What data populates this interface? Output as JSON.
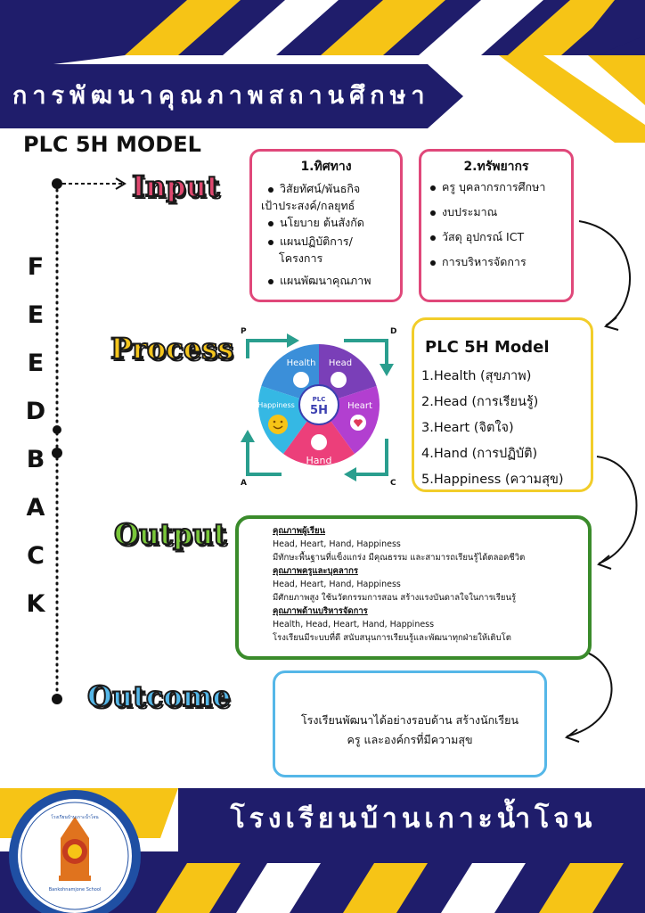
{
  "header": {
    "title": "การพัฒนาคุณภาพสถานศึกษา"
  },
  "model_title": "PLC 5H MODEL",
  "stages": {
    "input": "Input",
    "process": "Process",
    "output": "Output",
    "outcome": "Outcome"
  },
  "feedback_letters": [
    "F",
    "E",
    "E",
    "D",
    "B",
    "A",
    "C",
    "K"
  ],
  "direction": {
    "heading": "1.ทิศทาง",
    "items": [
      "วิสัยทัศน์/พันธกิจ",
      "เป้าประสงค์/กลยุทธ์",
      "นโยบาย ต้นสังกัด",
      "แผนปฏิบัติการ/",
      "โครงการ",
      "แผนพัฒนาคุณภาพ"
    ]
  },
  "resources": {
    "heading": "2.ทรัพยากร",
    "items": [
      "ครู บุคลากรการศึกษา",
      "งบประมาณ",
      "วัสดุ อุปกรณ์ ICT",
      "การบริหารจัดการ"
    ]
  },
  "cycle": {
    "corner_p": "P",
    "corner_d": "D",
    "corner_c": "C",
    "corner_a": "A",
    "center_line1": "PLC",
    "center_line2": "5H",
    "segments": [
      {
        "label": "Health",
        "color": "#3b8fd9"
      },
      {
        "label": "Head",
        "color": "#7a3fb8"
      },
      {
        "label": "Heart",
        "color": "#b23fd0"
      },
      {
        "label": "Hand",
        "color": "#ec3f7a"
      },
      {
        "label": "Happiness",
        "color": "#35b8e4"
      }
    ]
  },
  "model": {
    "heading": "PLC 5H Model",
    "items": [
      "1.Health (สุขภาพ)",
      "2.Head (การเรียนรู้)",
      "3.Heart (จิตใจ)",
      "4.Hand (การปฏิบัติ)",
      "5.Happiness (ความสุข)"
    ]
  },
  "output": {
    "sections": [
      {
        "title": "คุณภาพผู้เรียน",
        "line1": "Head, Heart, Hand, Happiness",
        "line2": "มีทักษะพื้นฐานที่แข็งแกร่ง มีคุณธรรม และสามารถเรียนรู้ได้ตลอดชีวิต"
      },
      {
        "title": "คุณภาพครูและบุคลากร",
        "line1": "Head, Heart, Hand, Happiness",
        "line2": "มีศักยภาพสูง ใช้นวัตกรรมการสอน สร้างแรงบันดาลใจในการเรียนรู้"
      },
      {
        "title": "คุณภาพด้านบริหารจัดการ",
        "line1": "Health, Head, Heart, Hand, Happiness",
        "line2": "โรงเรียนมีระบบที่ดี สนับสนุนการเรียนรู้และพัฒนาทุกฝ่ายให้เติบโต"
      }
    ]
  },
  "outcome": {
    "line1": "โรงเรียนพัฒนาได้อย่างรอบด้าน สร้างนักเรียน",
    "line2": "ครู และองค์กรที่มีความสุข"
  },
  "footer": {
    "school_name": "โรงเรียนบ้านเกาะน้ำโจน"
  },
  "colors": {
    "navy": "#1f1d6b",
    "yellow": "#f6c416",
    "input": "#e0486f",
    "process": "#f4c51d",
    "output": "#79c63a",
    "outcome": "#55b7e8"
  },
  "logo": {
    "top_text": "โรงเรียนบ้านเกาะน้ำโจน",
    "bottom_text": "Bankohnamjone School"
  }
}
